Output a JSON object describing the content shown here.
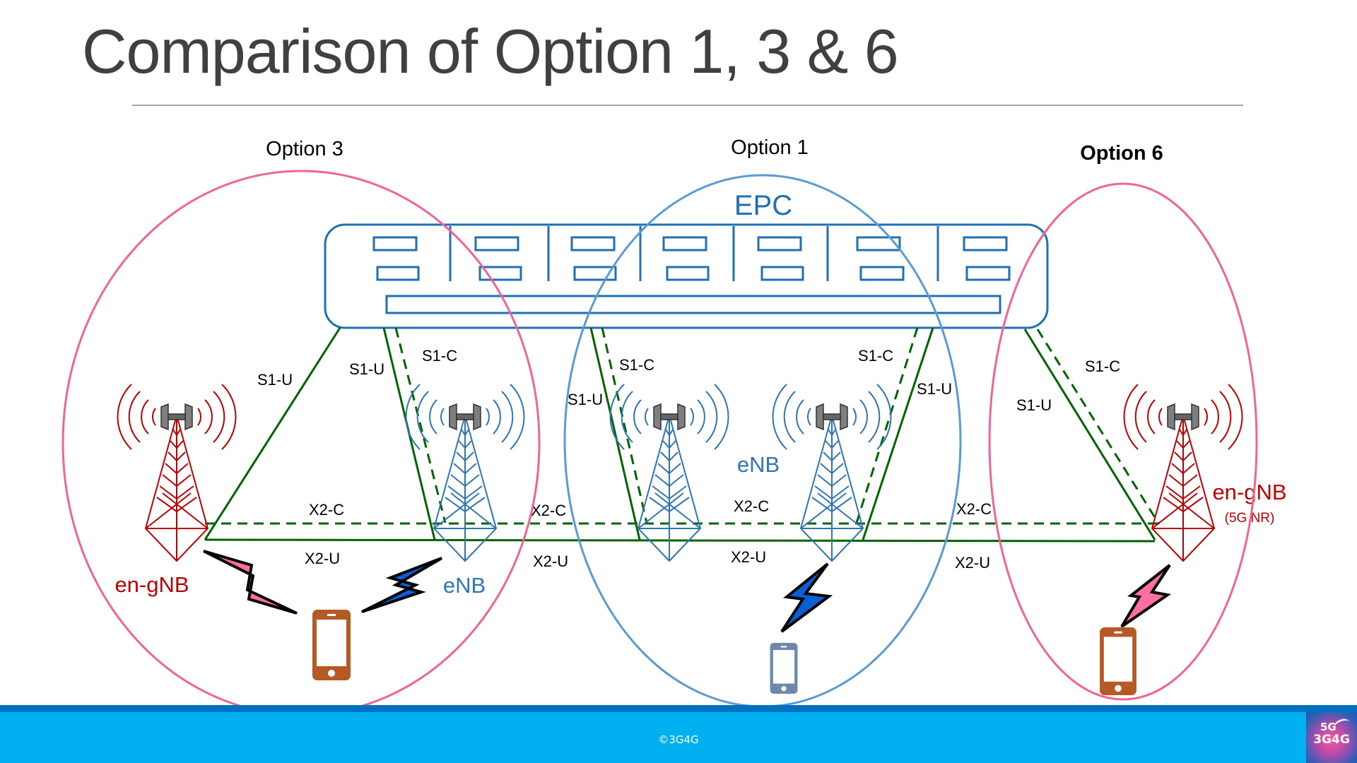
{
  "slide": {
    "title": "Comparison of Option 1, 3 & 6"
  },
  "diagram": {
    "options": [
      {
        "id": "option3",
        "label": "Option 3",
        "bold": false,
        "ring_color": "#f06595"
      },
      {
        "id": "option1",
        "label": "Option 1",
        "bold": false,
        "ring_color": "#5b9bd5"
      },
      {
        "id": "option6",
        "label": "Option 6",
        "bold": true,
        "ring_color": "#f06595"
      }
    ],
    "core": {
      "label": "EPC",
      "color": "#1f6fb4"
    },
    "nodes": {
      "en_gnb_left": {
        "label": "en-gNB",
        "color": "#c00000"
      },
      "enb_left": {
        "label": "eNB",
        "color": "#2e75b6"
      },
      "enb_middle": {
        "label": "eNB",
        "color": "#2e75b6"
      },
      "en_gnb_right": {
        "label": "en-gNB",
        "sublabel": "(5G NR)",
        "color": "#c00000"
      }
    },
    "interfaces": {
      "s1u": "S1-U",
      "s1c": "S1-C",
      "x2c": "X2-C",
      "x2u": "X2-U"
    },
    "link_color": "#006400",
    "devices": [
      {
        "id": "ue-option3",
        "color": "#b55a25"
      },
      {
        "id": "ue-option1",
        "color": "#6d88a8"
      },
      {
        "id": "ue-option6",
        "color": "#b55a25"
      }
    ],
    "radio_links": [
      {
        "id": "nr-link-option3",
        "color": "#ff6fa5"
      },
      {
        "id": "lte-link-option3",
        "color": "#0a5fd6"
      },
      {
        "id": "lte-link-option1",
        "color": "#0a5fd6"
      },
      {
        "id": "nr-link-option6",
        "color": "#ff6fa5"
      }
    ]
  },
  "footer": {
    "copyright": "©3G4G",
    "logo_top": "5G",
    "logo_bottom": "3G4G"
  }
}
